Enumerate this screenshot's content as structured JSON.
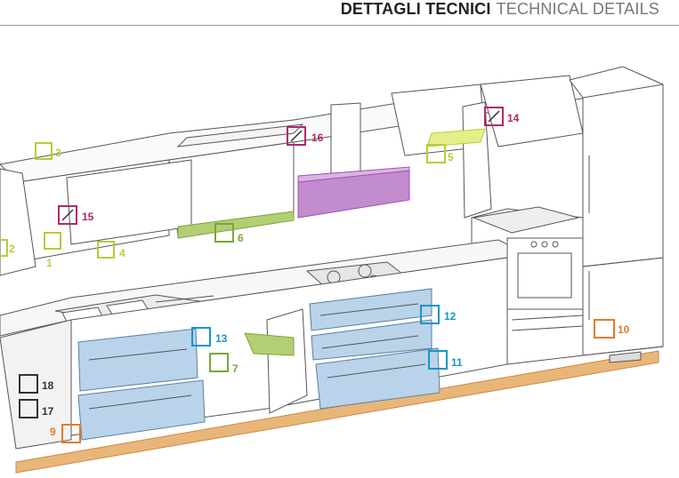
{
  "header": {
    "title_it": "DETTAGLI TECNICI",
    "title_en": "TECHNICAL DETAILS"
  },
  "colors": {
    "yellow_green": "#b7cc3a",
    "green": "#7aa63a",
    "magenta": "#b0286d",
    "purple": "#a24db4",
    "cyan": "#1496c8",
    "orange": "#e07b2a",
    "dark": "#333333",
    "drawer_blue": "#b9d3ea",
    "floor": "#e9b679"
  },
  "callouts": [
    {
      "id": "c1",
      "label": "1",
      "color": "yellow_green"
    },
    {
      "id": "c2",
      "label": "2",
      "color": "yellow_green"
    },
    {
      "id": "c3",
      "label": "3",
      "color": "yellow_green"
    },
    {
      "id": "c4",
      "label": "4",
      "color": "yellow_green"
    },
    {
      "id": "c5",
      "label": "5",
      "color": "yellow_green"
    },
    {
      "id": "c6",
      "label": "6",
      "color": "green"
    },
    {
      "id": "c7",
      "label": "7",
      "color": "green"
    },
    {
      "id": "c9",
      "label": "9",
      "color": "orange"
    },
    {
      "id": "c10",
      "label": "10",
      "color": "orange"
    },
    {
      "id": "c11",
      "label": "11",
      "color": "cyan"
    },
    {
      "id": "c12",
      "label": "12",
      "color": "cyan"
    },
    {
      "id": "c13",
      "label": "13",
      "color": "cyan"
    },
    {
      "id": "c14",
      "label": "14",
      "color": "magenta"
    },
    {
      "id": "c15",
      "label": "15",
      "color": "magenta"
    },
    {
      "id": "c16",
      "label": "16",
      "color": "magenta"
    },
    {
      "id": "c17",
      "label": "17",
      "color": "dark"
    },
    {
      "id": "c18",
      "label": "18",
      "color": "dark"
    }
  ]
}
